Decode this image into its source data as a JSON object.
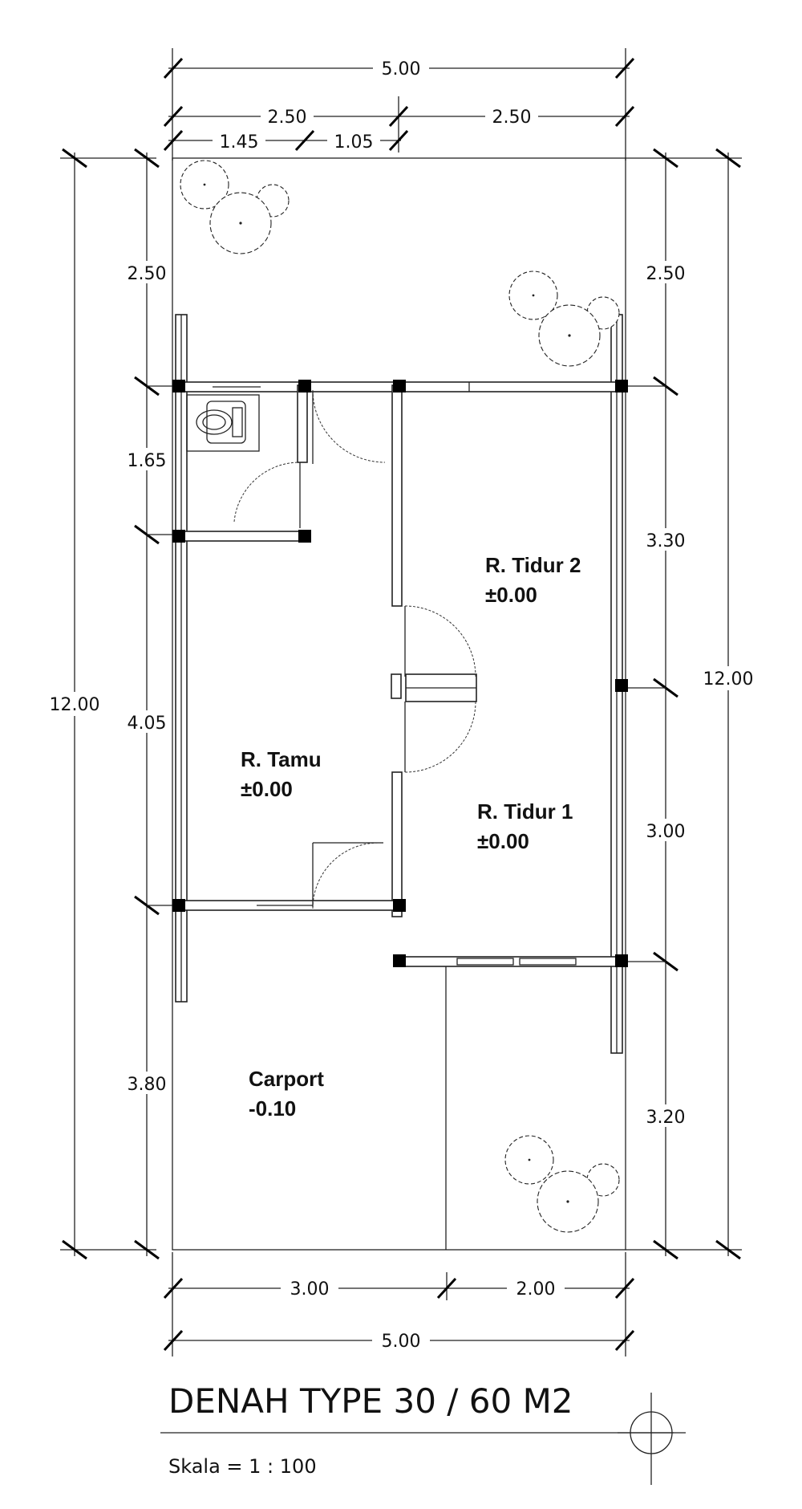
{
  "dimensions": {
    "top_total": "5.00",
    "top_left_half": "2.50",
    "top_right_half": "2.50",
    "top_sub_a": "1.45",
    "top_sub_b": "1.05",
    "left_total": "12.00",
    "left_seg_1": "2.50",
    "left_seg_2": "1.65",
    "left_seg_3": "4.05",
    "left_seg_4": "3.80",
    "right_total": "12.00",
    "right_seg_1": "2.50",
    "right_seg_2": "3.30",
    "right_seg_3": "3.00",
    "right_seg_4": "3.20",
    "bottom_seg_1": "3.00",
    "bottom_seg_2": "2.00",
    "bottom_total": "5.00"
  },
  "rooms": {
    "tidur2": {
      "name": "R. Tidur 2",
      "level": "±0.00"
    },
    "tamu": {
      "name": "R. Tamu",
      "level": "±0.00"
    },
    "tidur1": {
      "name": "R. Tidur 1",
      "level": "±0.00"
    },
    "carport": {
      "name": "Carport",
      "level": "-0.10"
    }
  },
  "title": "DENAH TYPE 30 / 60 M2",
  "scale_label": "Skala =  1 : 100"
}
